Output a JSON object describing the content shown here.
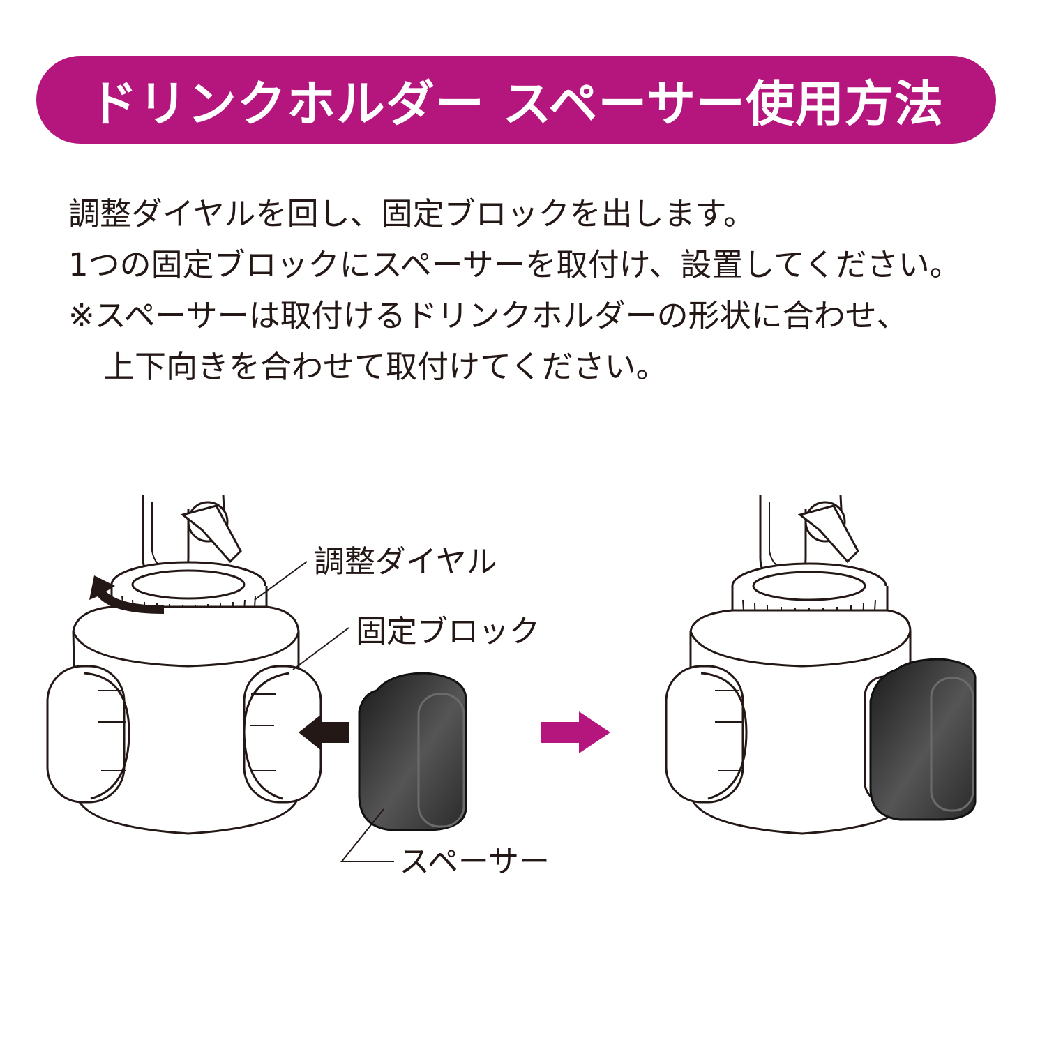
{
  "colors": {
    "accent": "#b5167e",
    "ink": "#231815",
    "spacer": "#2b2b2b"
  },
  "header": {
    "title": "ドリンクホルダー スペーサー使用方法"
  },
  "instructions": [
    "調整ダイヤルを回し、固定ブロックを出します。",
    "1つの固定ブロックにスペーサーを取付け、設置してください。",
    "※スペーサーは取付けるドリンクホルダーの形状に合わせ、",
    "上下向きを合わせて取付けてください。"
  ],
  "labels": {
    "dial": "調整ダイヤル",
    "block": "固定ブロック",
    "spacer": "スペーサー"
  }
}
